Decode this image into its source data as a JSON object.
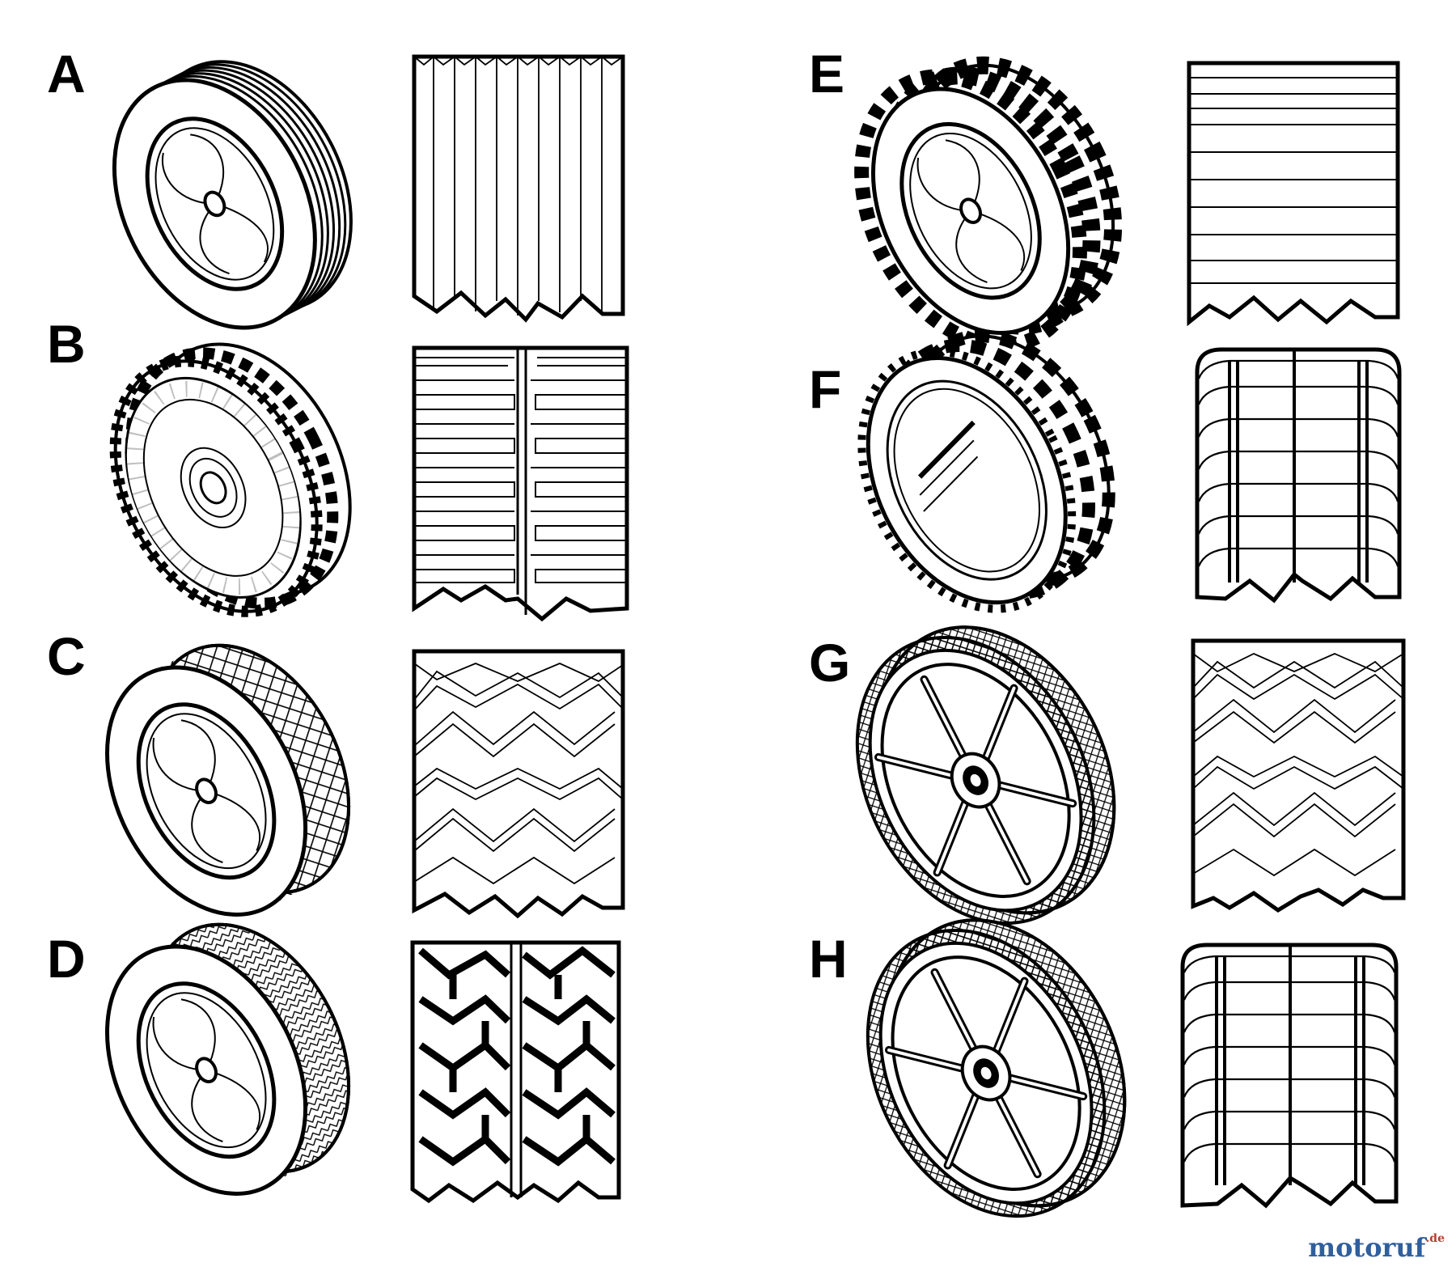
{
  "panels": [
    {
      "label": "A",
      "wheel": "rib-tire-icon",
      "tread": "vertical-rib-tread-icon"
    },
    {
      "label": "B",
      "wheel": "block-tread-tire-icon",
      "tread": "split-bar-tread-icon"
    },
    {
      "label": "C",
      "wheel": "diamond-tread-tire-icon",
      "tread": "chevron-tread-icon"
    },
    {
      "label": "D",
      "wheel": "x-lug-tread-tire-icon",
      "tread": "x-lug-tread-icon"
    },
    {
      "label": "E",
      "wheel": "gear-tread-tire-icon",
      "tread": "horizontal-bar-tread-icon"
    },
    {
      "label": "F",
      "wheel": "bar-lug-tire-icon",
      "tread": "rounded-bar-tread-icon"
    },
    {
      "label": "G",
      "wheel": "spoked-diamond-tire-icon",
      "tread": "chevron-tread-icon"
    },
    {
      "label": "H",
      "wheel": "spoked-diamond-tire-icon",
      "tread": "rounded-bar-tread-icon"
    }
  ],
  "watermark": {
    "brand": "motoruf",
    "suffix": ".de"
  }
}
